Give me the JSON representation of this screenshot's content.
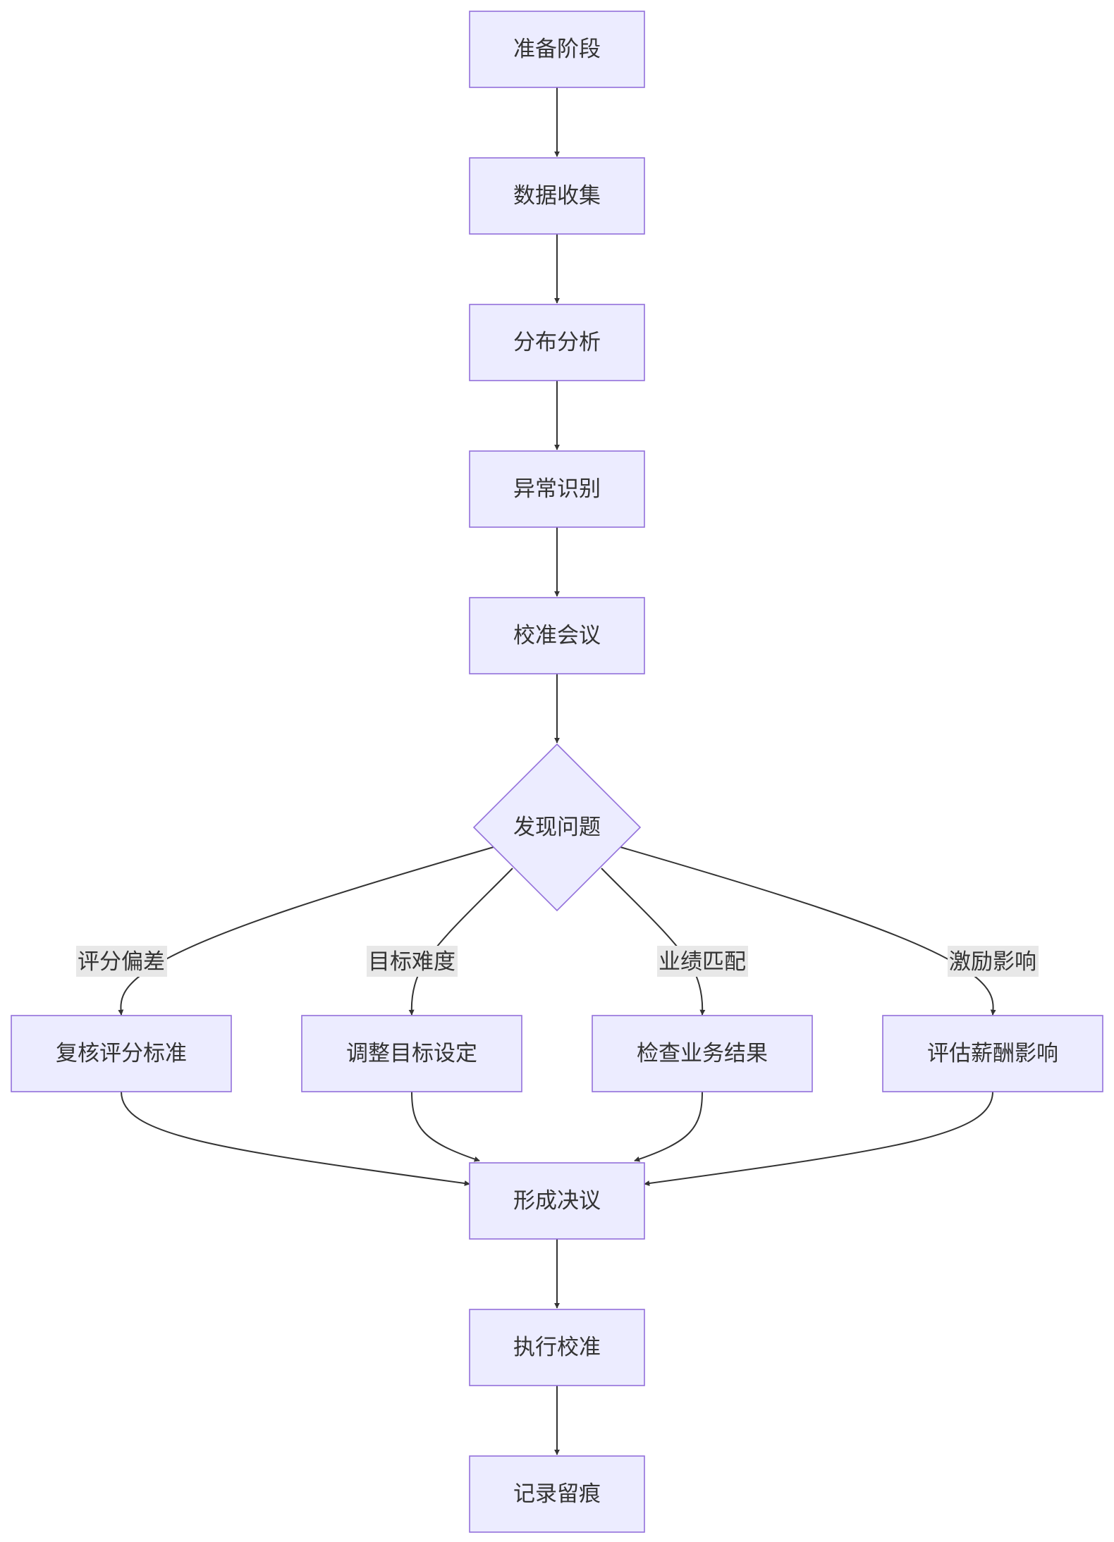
{
  "diagram": {
    "type": "flowchart",
    "direction": "top-to-bottom",
    "colors": {
      "node_fill": "#ECECFF",
      "node_border": "#9370DB",
      "edge": "#333333",
      "edge_label_bg": "#E8E8E8",
      "text": "#333333"
    },
    "nodes": [
      {
        "id": "prep",
        "label": "准备阶段",
        "shape": "rect"
      },
      {
        "id": "collect",
        "label": "数据收集",
        "shape": "rect"
      },
      {
        "id": "distrib",
        "label": "分布分析",
        "shape": "rect"
      },
      {
        "id": "anomaly",
        "label": "异常识别",
        "shape": "rect"
      },
      {
        "id": "meeting",
        "label": "校准会议",
        "shape": "rect"
      },
      {
        "id": "issue",
        "label": "发现问题",
        "shape": "diamond"
      },
      {
        "id": "review",
        "label": "复核评分标准",
        "shape": "rect"
      },
      {
        "id": "adjust",
        "label": "调整目标设定",
        "shape": "rect"
      },
      {
        "id": "check",
        "label": "检查业务结果",
        "shape": "rect"
      },
      {
        "id": "assess",
        "label": "评估薪酬影响",
        "shape": "rect"
      },
      {
        "id": "decide",
        "label": "形成决议",
        "shape": "rect"
      },
      {
        "id": "execute",
        "label": "执行校准",
        "shape": "rect"
      },
      {
        "id": "record",
        "label": "记录留痕",
        "shape": "rect"
      }
    ],
    "edges": [
      {
        "from": "prep",
        "to": "collect",
        "label": ""
      },
      {
        "from": "collect",
        "to": "distrib",
        "label": ""
      },
      {
        "from": "distrib",
        "to": "anomaly",
        "label": ""
      },
      {
        "from": "anomaly",
        "to": "meeting",
        "label": ""
      },
      {
        "from": "meeting",
        "to": "issue",
        "label": ""
      },
      {
        "from": "issue",
        "to": "review",
        "label": "评分偏差"
      },
      {
        "from": "issue",
        "to": "adjust",
        "label": "目标难度"
      },
      {
        "from": "issue",
        "to": "check",
        "label": "业绩匹配"
      },
      {
        "from": "issue",
        "to": "assess",
        "label": "激励影响"
      },
      {
        "from": "review",
        "to": "decide",
        "label": ""
      },
      {
        "from": "adjust",
        "to": "decide",
        "label": ""
      },
      {
        "from": "check",
        "to": "decide",
        "label": ""
      },
      {
        "from": "assess",
        "to": "decide",
        "label": ""
      },
      {
        "from": "decide",
        "to": "execute",
        "label": ""
      },
      {
        "from": "execute",
        "to": "record",
        "label": ""
      }
    ]
  }
}
